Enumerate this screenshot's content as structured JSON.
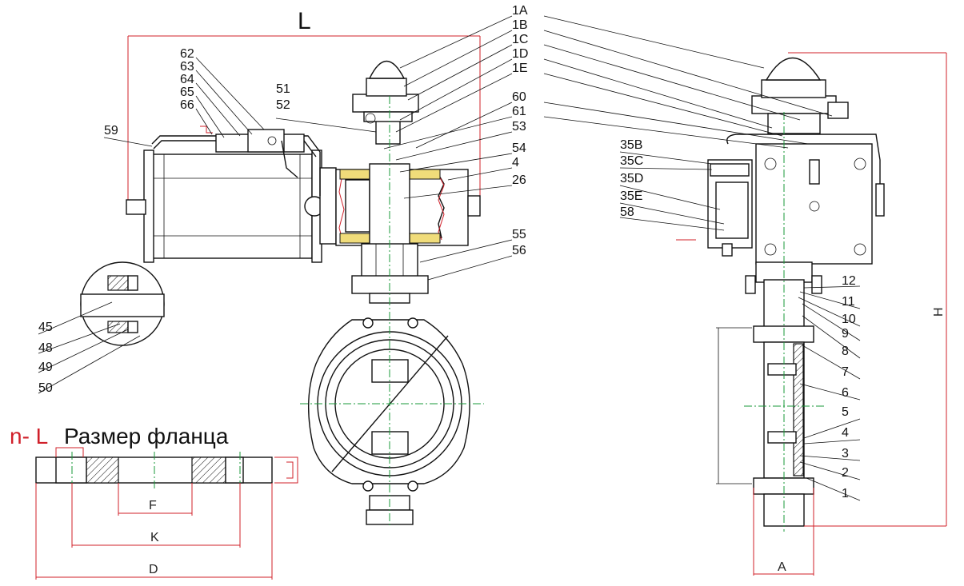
{
  "title": {
    "prefix": "n- L",
    "text": "Размер фланца"
  },
  "dimensions": {
    "L": "L",
    "H": "H",
    "A": "A",
    "F": "F",
    "K": "K",
    "D": "D"
  },
  "left_callouts": [
    "62",
    "63",
    "64",
    "65",
    "66",
    "59",
    "51",
    "52"
  ],
  "top_callouts": [
    "1A",
    "1B",
    "1C",
    "1D",
    "1E",
    "60",
    "61",
    "53",
    "54",
    "4",
    "26",
    "55",
    "56"
  ],
  "detail_callouts": [
    "45",
    "48",
    "49",
    "50"
  ],
  "side_left_callouts": [
    "35B",
    "35C",
    "35D",
    "35E",
    "58"
  ],
  "side_right_callouts": [
    "12",
    "11",
    "10",
    "9",
    "8",
    "7",
    "6",
    "5",
    "4",
    "3",
    "2",
    "1"
  ],
  "colors": {
    "dim_red": "#d0202a",
    "center_green": "#1a9a3a",
    "liner_yellow": "#f0dc7a"
  }
}
